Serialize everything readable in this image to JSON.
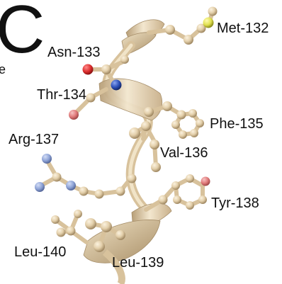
{
  "panel": {
    "letter": "C",
    "fragment": "e"
  },
  "residues": [
    {
      "name": "Met-132"
    },
    {
      "name": "Asn-133"
    },
    {
      "name": "Thr-134"
    },
    {
      "name": "Phe-135"
    },
    {
      "name": "Val-136"
    },
    {
      "name": "Arg-137"
    },
    {
      "name": "Tyr-138"
    },
    {
      "name": "Leu-139"
    },
    {
      "name": "Leu-140"
    }
  ],
  "colors": {
    "carbon": "#e6d3b0",
    "ribbon": "#e8d8b6",
    "oxygen": "#dd2f2f",
    "oxygen_light": "#e07a7a",
    "nitrogen": "#2d50b8",
    "nitrogen_light": "#8ea3d6",
    "sulfur": "#e0e050"
  }
}
